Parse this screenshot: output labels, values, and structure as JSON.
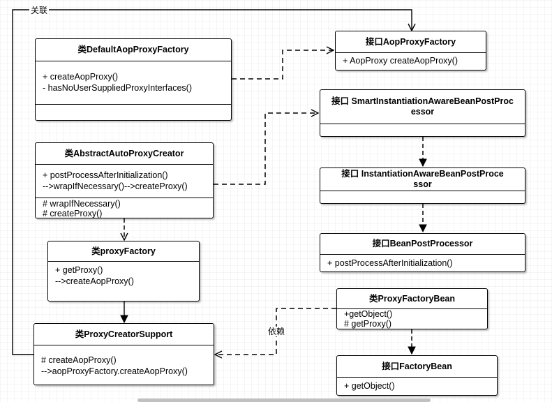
{
  "boxes": {
    "default_factory": {
      "title": "类DefaultAopProxyFactory",
      "ops": [
        "+ createAopProxy()",
        "- hasNoUserSuppliedProxyInterfaces()"
      ]
    },
    "abstract_creator": {
      "title": "类AbstractAutoProxyCreator",
      "ops": [
        "+ postProcessAfterInitialization()",
        "-->wrapIfNecessary()-->createProxy()"
      ],
      "protected_ops": [
        "# wrapIfNecessary()",
        "# createProxy()"
      ]
    },
    "proxy_factory": {
      "title": "类proxyFactory",
      "ops": [
        "+ getProxy()",
        "-->createAopProxy()"
      ]
    },
    "creator_support": {
      "title": "类ProxyCreatorSupport",
      "ops": [
        "# createAopProxy()",
        "-->aopProxyFactory.createAopProxy()"
      ]
    },
    "aop_proxy_factory": {
      "title": "接口AopProxyFactory",
      "ops": [
        "+ AopProxy createAopProxy()"
      ]
    },
    "smart_iabpp": {
      "title": "接口 SmartInstantiationAwareBeanPostProcessor"
    },
    "iabpp": {
      "title": "接口 InstantiationAwareBeanPostProcessor"
    },
    "bpp": {
      "title": "接口BeanPostProcessor",
      "ops": [
        "+ postProcessAfterInitialization()"
      ]
    },
    "proxy_factory_bean": {
      "title": "类ProxyFactoryBean",
      "ops": [
        "+getObject()",
        "# getProxy()"
      ]
    },
    "factory_bean": {
      "title": "接口FactoryBean",
      "ops": [
        "+ getObject()"
      ]
    }
  },
  "labels": {
    "association": "关联",
    "dependency": "依赖"
  },
  "colors": {
    "line": "#000000",
    "box_fill": "#ffffff",
    "scrollbar": "#c1c1c1"
  }
}
